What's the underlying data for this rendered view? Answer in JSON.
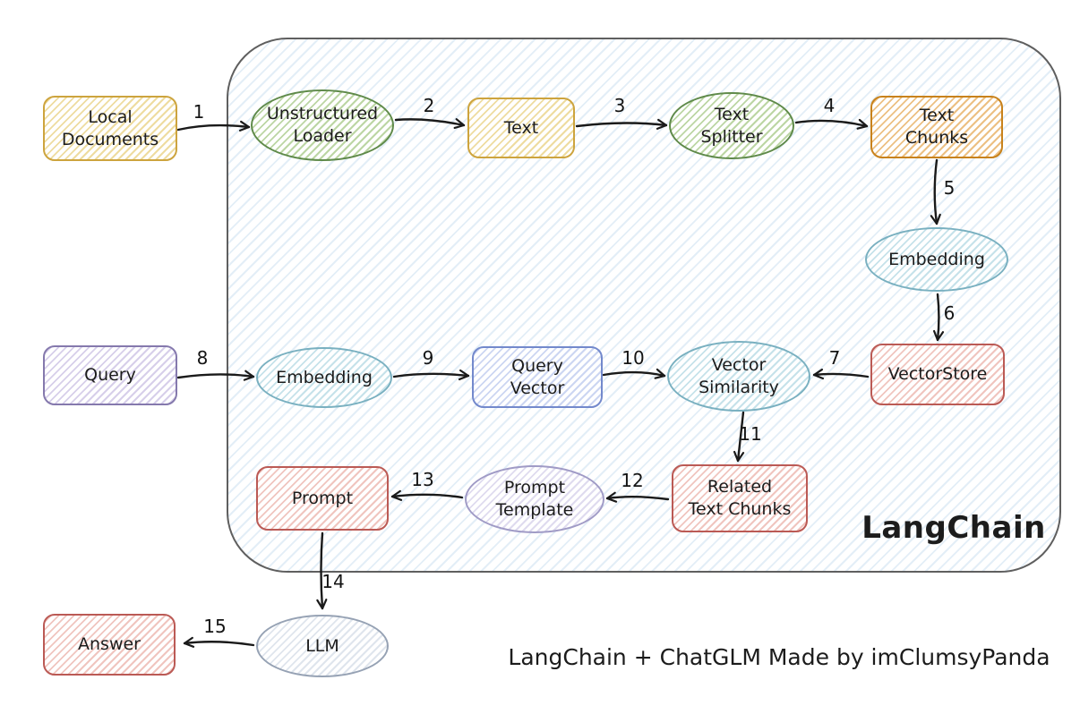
{
  "diagram": {
    "container_label": "LangChain",
    "caption": "LangChain + ChatGLM Made by imClumsyPanda",
    "nodes": {
      "local_documents": "Local\nDocuments",
      "unstructured_loader": "Unstructured\nLoader",
      "text": "Text",
      "text_splitter": "Text\nSplitter",
      "text_chunks": "Text\nChunks",
      "embedding_top": "Embedding",
      "vectorstore": "VectorStore",
      "query": "Query",
      "embedding_query": "Embedding",
      "query_vector": "Query\nVector",
      "vector_similarity": "Vector\nSimilarity",
      "related_text_chunks": "Related\nText Chunks",
      "prompt_template": "Prompt\nTemplate",
      "prompt": "Prompt",
      "llm": "LLM",
      "answer": "Answer"
    },
    "edge_labels": [
      "1",
      "2",
      "3",
      "4",
      "5",
      "6",
      "7",
      "8",
      "9",
      "10",
      "11",
      "12",
      "13",
      "14",
      "15"
    ]
  }
}
